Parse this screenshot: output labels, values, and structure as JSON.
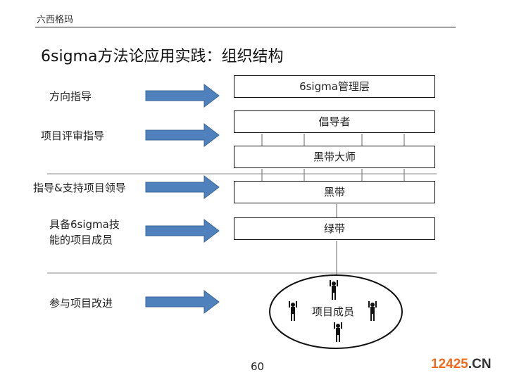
{
  "header": {
    "brand": "六西格玛",
    "title": "6sigma方法论应用实践：组织结构"
  },
  "roles": [
    {
      "label": "方向指导",
      "box": "6sigma管理层"
    },
    {
      "label": "项目评审指导",
      "box": "倡导者"
    },
    {
      "label": "",
      "box": "黑带大师"
    },
    {
      "label": "指导&支持项目领导",
      "box": "黑带"
    },
    {
      "label": "具备6sigma技能的项目成员",
      "box": "绿带"
    }
  ],
  "labels": {
    "l1": "方向指导",
    "l2": "项目评审指导",
    "l3": "指导&支持项目领导",
    "l4a": "具备6sigma技",
    "l4b": "能的项目成员",
    "l5": "参与项目改进"
  },
  "team": {
    "label": "项目成员"
  },
  "page_number": "60",
  "watermark": {
    "num": "12425",
    "suffix": ".CN"
  },
  "colors": {
    "arrow": "#4f81bd",
    "watermark_num": "#f26b1d",
    "watermark_suffix": "#333333"
  }
}
